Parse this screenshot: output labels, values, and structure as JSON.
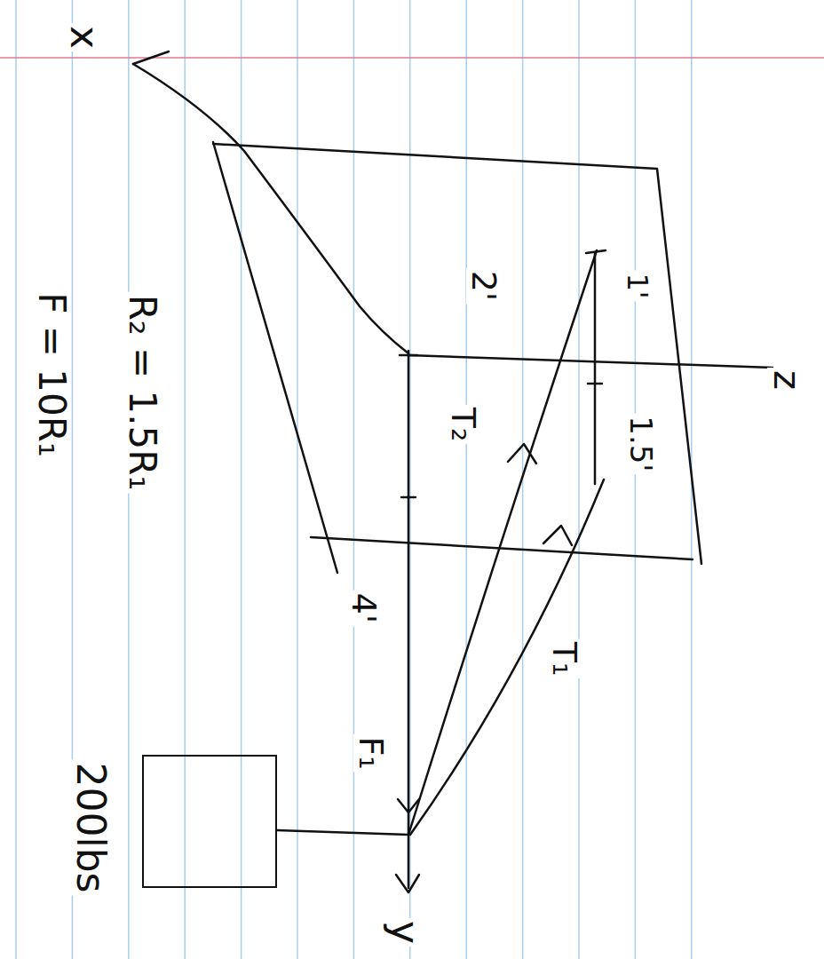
{
  "diagram": {
    "nodes": [
      {
        "text": [
          "200lbs"
        ]
      }
    ],
    "labels": [
      "x",
      "z",
      "y",
      "1'",
      "2'",
      "1.5'",
      "T₂",
      "4'",
      "T₁",
      "F₁",
      "R₂ = 1.5R₁",
      "F = 10R₁"
    ]
  }
}
